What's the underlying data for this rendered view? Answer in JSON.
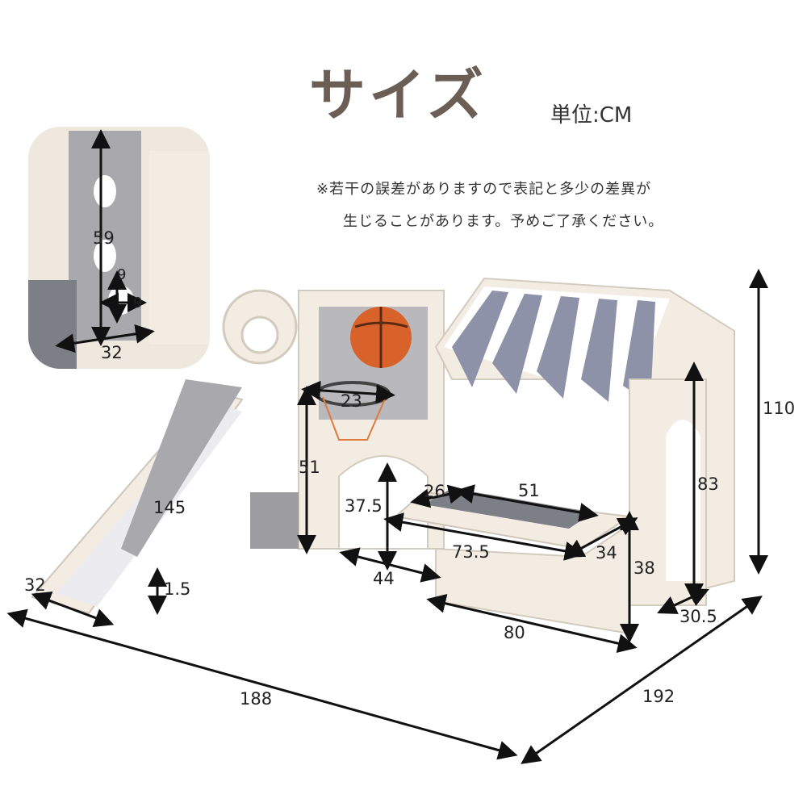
{
  "title": "サイズ",
  "unit": "単位:CM",
  "notes": [
    "※若干の誤差がありますので表記と多少の差異が",
    "生じることがあります。予めご了承ください。"
  ],
  "dimensions": {
    "inset_height": "59",
    "inset_hole_h": "9",
    "inset_hole_w": "9",
    "inset_width": "32",
    "hoop": "23",
    "slide_length": "145",
    "slide_width": "32",
    "slide_edge": "1.5",
    "platform_height": "51",
    "arch_height": "37.5",
    "arch_width": "44",
    "table_depth": "26",
    "table_width": "51",
    "table_outer": "73.5",
    "table_side": "34",
    "fence_height": "38",
    "fence_width": "80",
    "house_height": "83",
    "house_wall": "30.5",
    "total_height": "110",
    "total_length": "188",
    "total_depth": "192"
  },
  "colors": {
    "cream": "#f3ece2",
    "grey": "#a9a9ad",
    "stripe_blue": "#8e92a8",
    "basketball": "#d9622b",
    "title": "#6b5e55"
  }
}
